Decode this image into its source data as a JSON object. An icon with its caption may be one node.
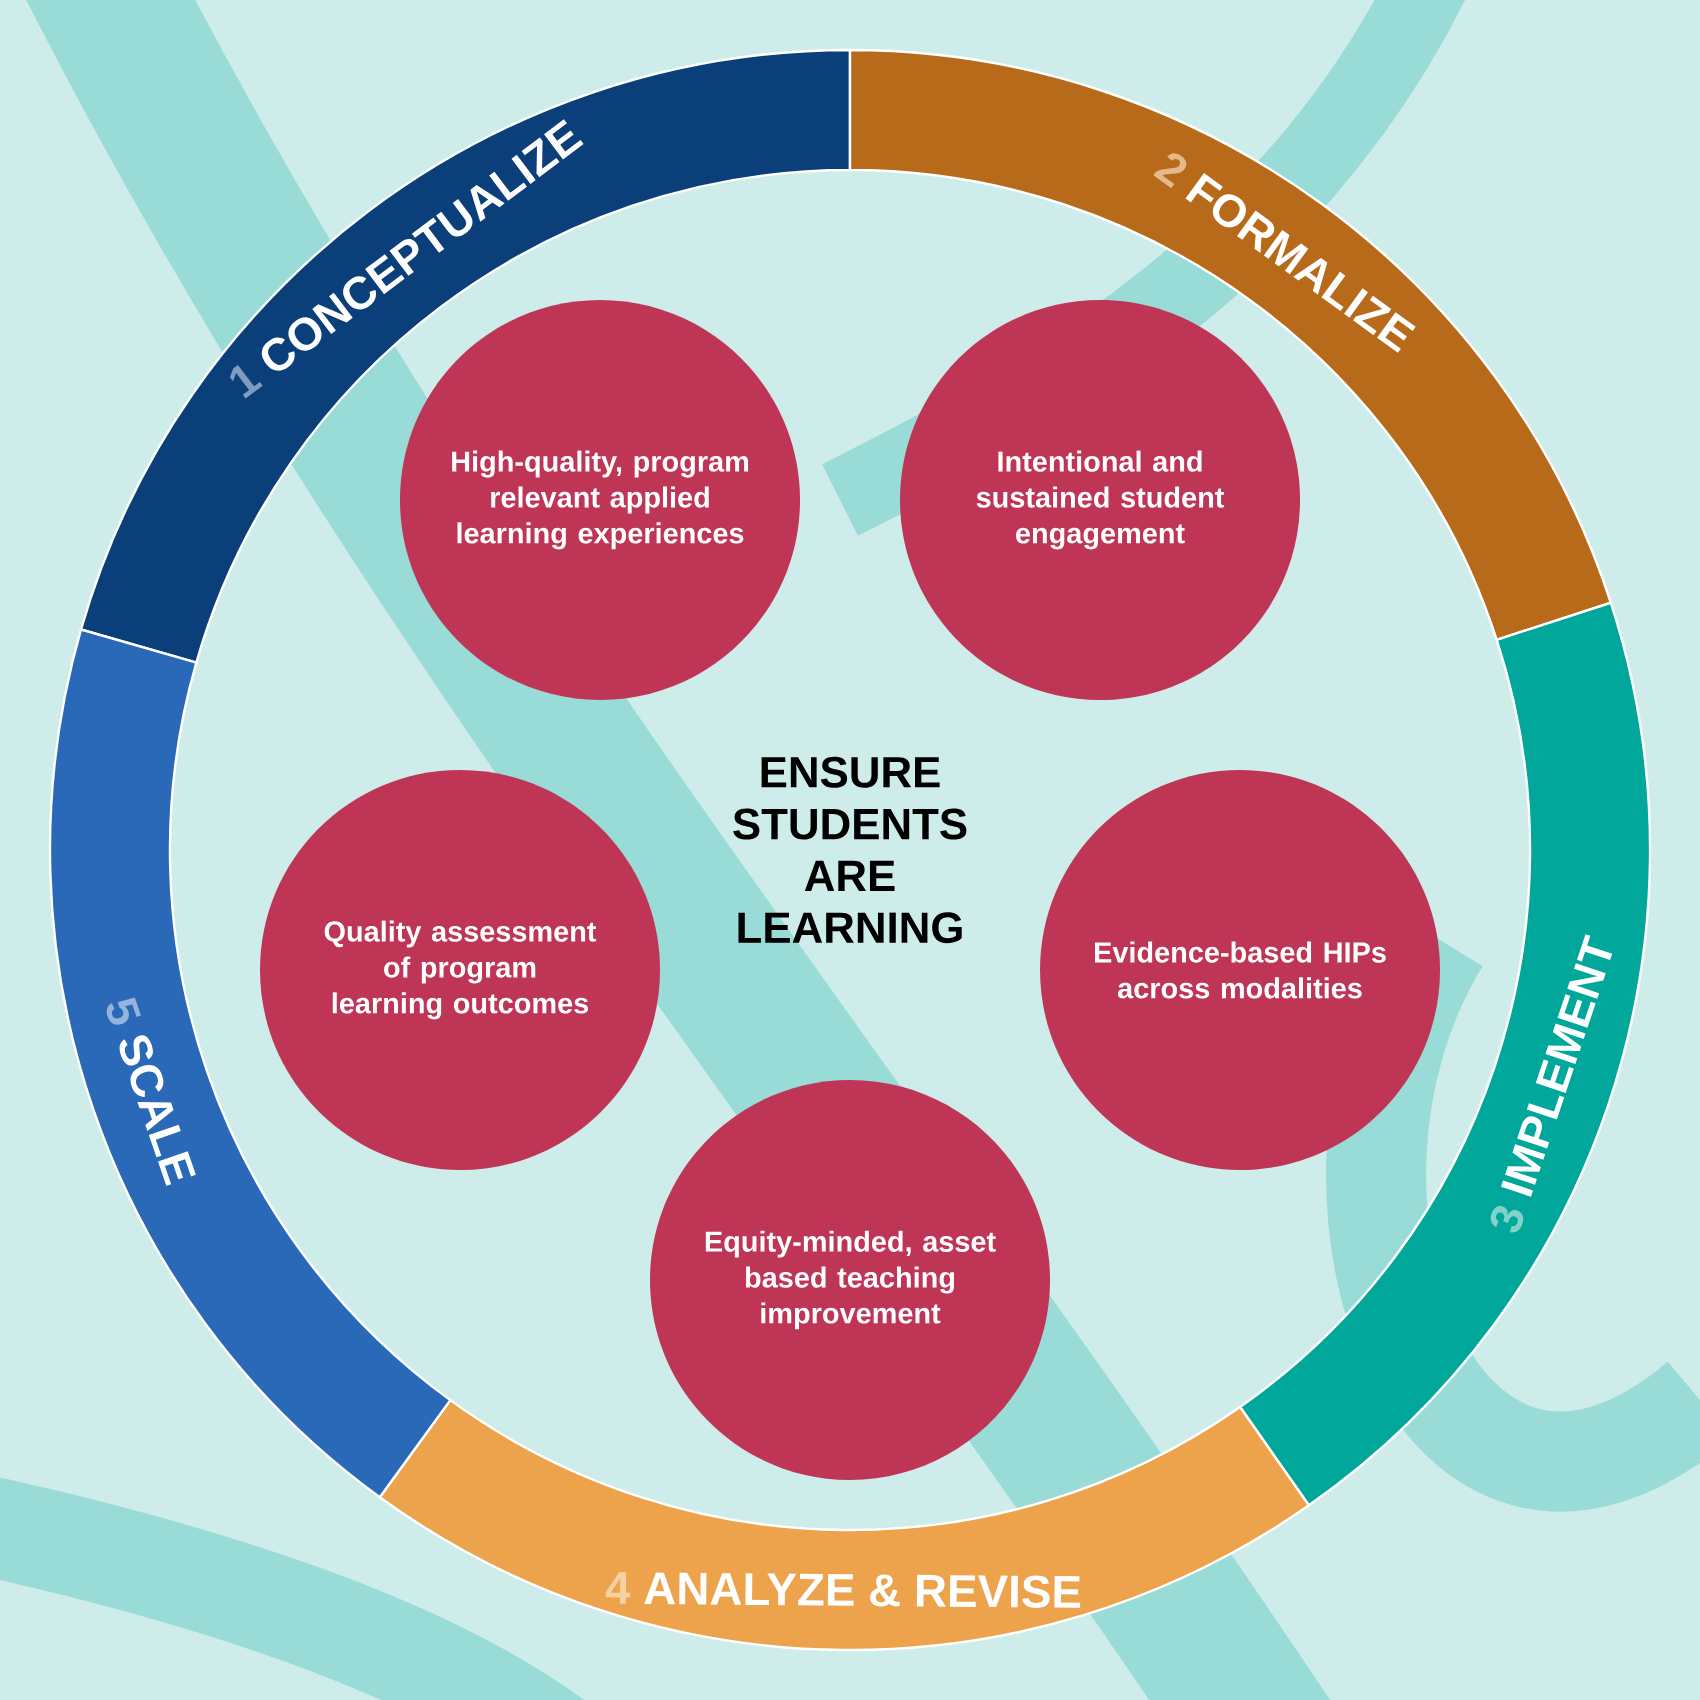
{
  "diagram": {
    "nodes": [
      {
        "text": [
          "1",
          "CONCEPTUALIZE"
        ]
      },
      {
        "text": [
          "2",
          "FORMALIZE"
        ]
      },
      {
        "text": [
          "3",
          "IMPLEMENT"
        ]
      },
      {
        "text": [
          "4",
          "ANALYZE & REVISE"
        ]
      },
      {
        "text": [
          "5",
          "SCALE"
        ]
      },
      {
        "text": [
          "High-quality, program relevant applied learning experiences"
        ]
      },
      {
        "text": [
          "Intentional and sustained student engagement"
        ]
      },
      {
        "text": [
          "Quality assessment of program learning outcomes"
        ]
      },
      {
        "text": [
          "Evidence-based HIPs across modalities"
        ]
      },
      {
        "text": [
          "Equity-minded, asset based teaching improvement"
        ]
      }
    ],
    "edges": [],
    "labels": [
      "ENSURE STUDENTS ARE LEARNING"
    ]
  }
}
